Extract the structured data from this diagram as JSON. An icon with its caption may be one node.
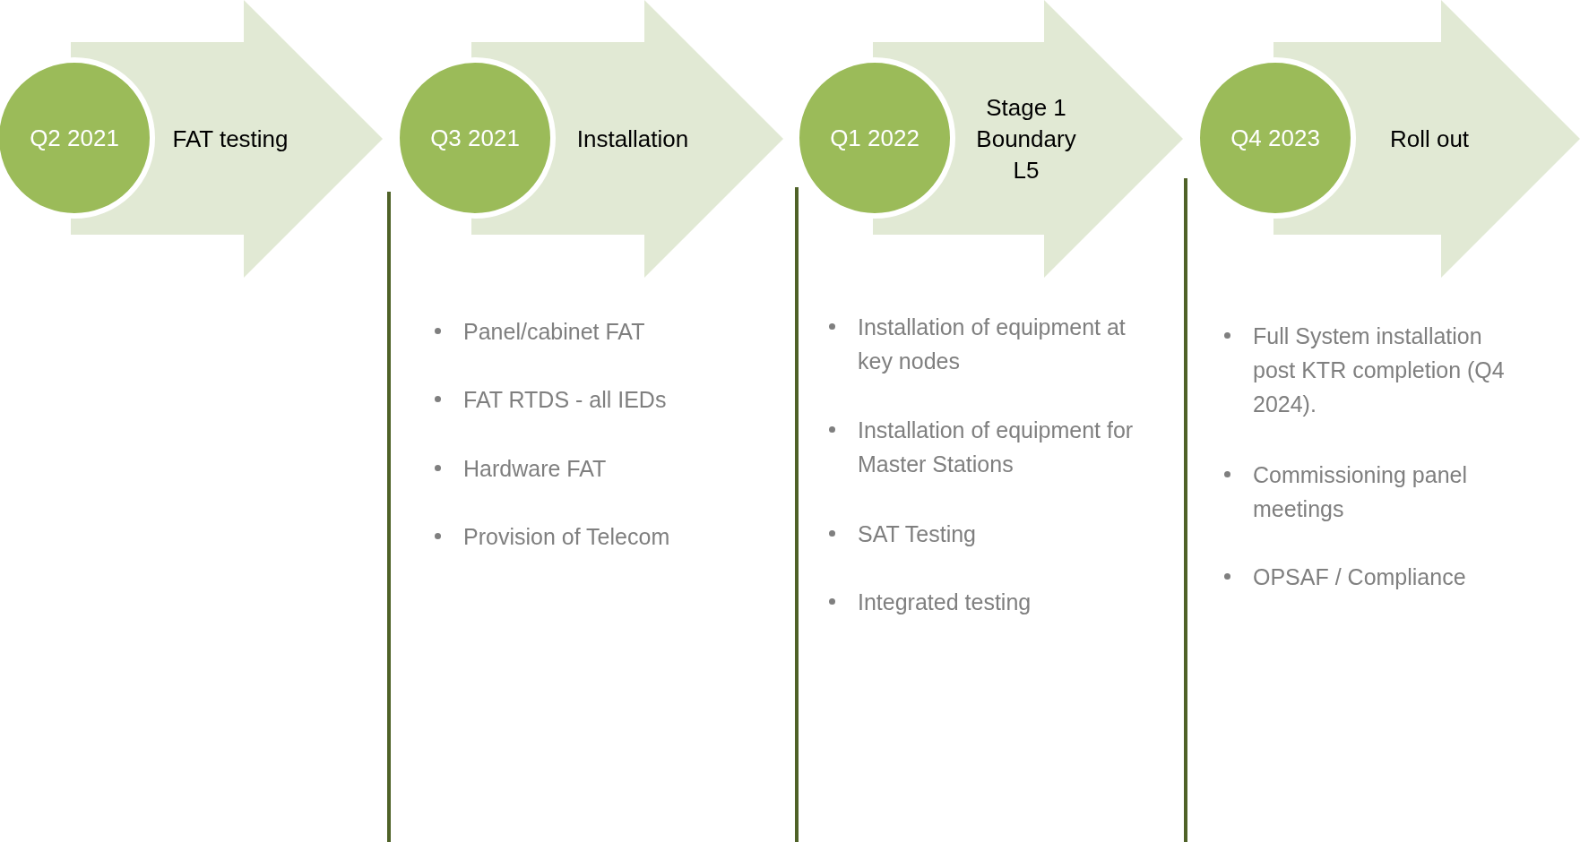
{
  "diagram": {
    "nodes": [
      {
        "text": [
          "Q2 2021"
        ]
      },
      {
        "text": [
          "FAT testing"
        ]
      },
      {
        "text": [
          "Q3 2021"
        ]
      },
      {
        "text": [
          "Installation"
        ]
      },
      {
        "text": [
          "Q1 2022"
        ]
      },
      {
        "text": [
          "Stage 1 Boundary L5"
        ]
      },
      {
        "text": [
          "Q4 2023"
        ]
      },
      {
        "text": [
          "Roll out"
        ]
      }
    ],
    "labels": [
      "Panel/cabinet FAT",
      "FAT RTDS - all IEDs",
      "Hardware FAT",
      "Provision of Telecom",
      "Installation of equipment at key nodes",
      "Installation of equipment for Master Stations",
      "SAT Testing",
      "Integrated testing",
      "Full System installation post KTR completion (Q4 2024).",
      "Commissioning panel meetings",
      "OPSAF / Compliance"
    ]
  }
}
